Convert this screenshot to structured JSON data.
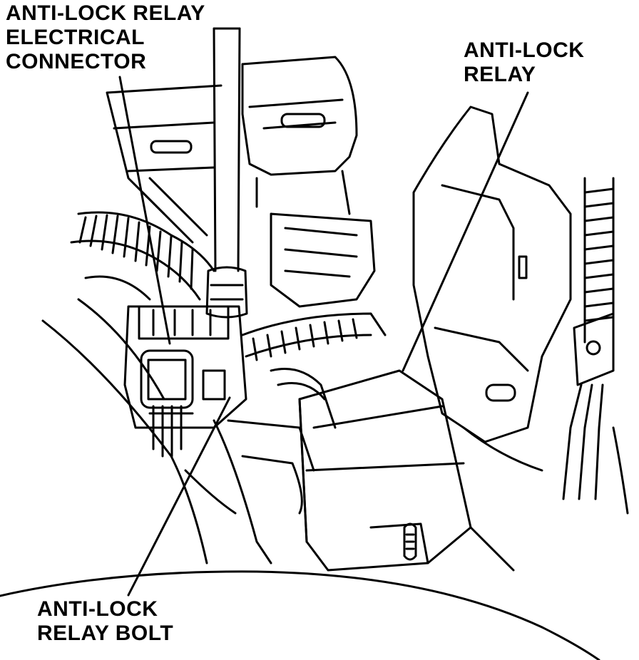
{
  "callouts": {
    "connector": "ANTI-LOCK RELAY\nELECTRICAL\nCONNECTOR",
    "relay": "ANTI-LOCK\nRELAY",
    "bolt": "ANTI-LOCK\nRELAY BOLT"
  },
  "colors": {
    "ink": "#000000",
    "paper": "#ffffff"
  }
}
